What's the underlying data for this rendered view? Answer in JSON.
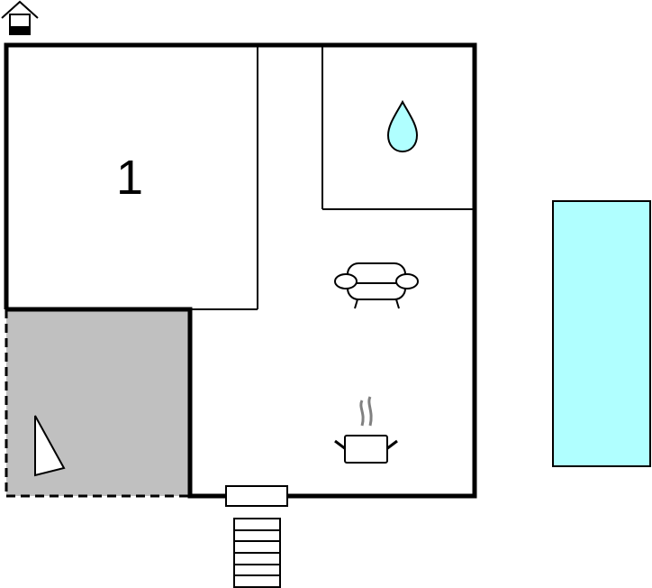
{
  "floorplan": {
    "type": "floor plan",
    "rooms": [
      {
        "id": "bedroom-1",
        "label": "1",
        "kind": "bedroom"
      },
      {
        "id": "bathroom",
        "label": "",
        "kind": "bathroom",
        "icon": "water-drop-icon"
      },
      {
        "id": "living-room",
        "label": "",
        "kind": "living",
        "icon": "sofa-icon"
      },
      {
        "id": "kitchen",
        "label": "",
        "kind": "kitchen",
        "icon": "cooking-pot-icon"
      },
      {
        "id": "terrace",
        "label": "",
        "kind": "terrace",
        "icon": "sun-shade-icon"
      }
    ],
    "features": [
      "floor-level-indicator",
      "entrance-door",
      "entrance-stairs",
      "swimming-pool"
    ],
    "colors": {
      "wall": "#000000",
      "terrace": "#c0c0c0",
      "water": "#b0ffff",
      "steam": "#808080"
    }
  }
}
